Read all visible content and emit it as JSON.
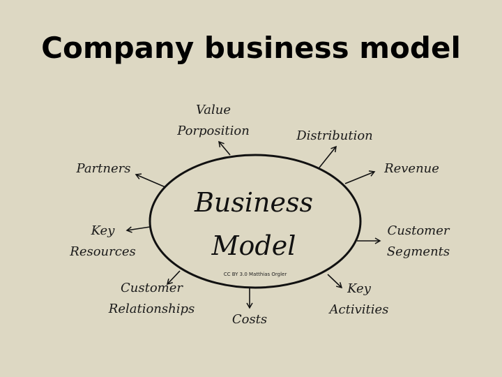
{
  "title": "Company business model",
  "center": {
    "line1": "Business",
    "line2": "Model"
  },
  "credit": "CC BY 3.0 Matthias Orgler",
  "labels": {
    "value_proposition": [
      "Value",
      "Porposition"
    ],
    "distribution": "Distribution",
    "revenue": "Revenue",
    "customer_segments": [
      "Customer",
      "Segments"
    ],
    "key_activities": [
      "Key",
      "Activities"
    ],
    "costs": "Costs",
    "customer_relationships": [
      "Customer",
      "Relationships"
    ],
    "key_resources": [
      "Key",
      "Resources"
    ],
    "partners": "Partners"
  }
}
